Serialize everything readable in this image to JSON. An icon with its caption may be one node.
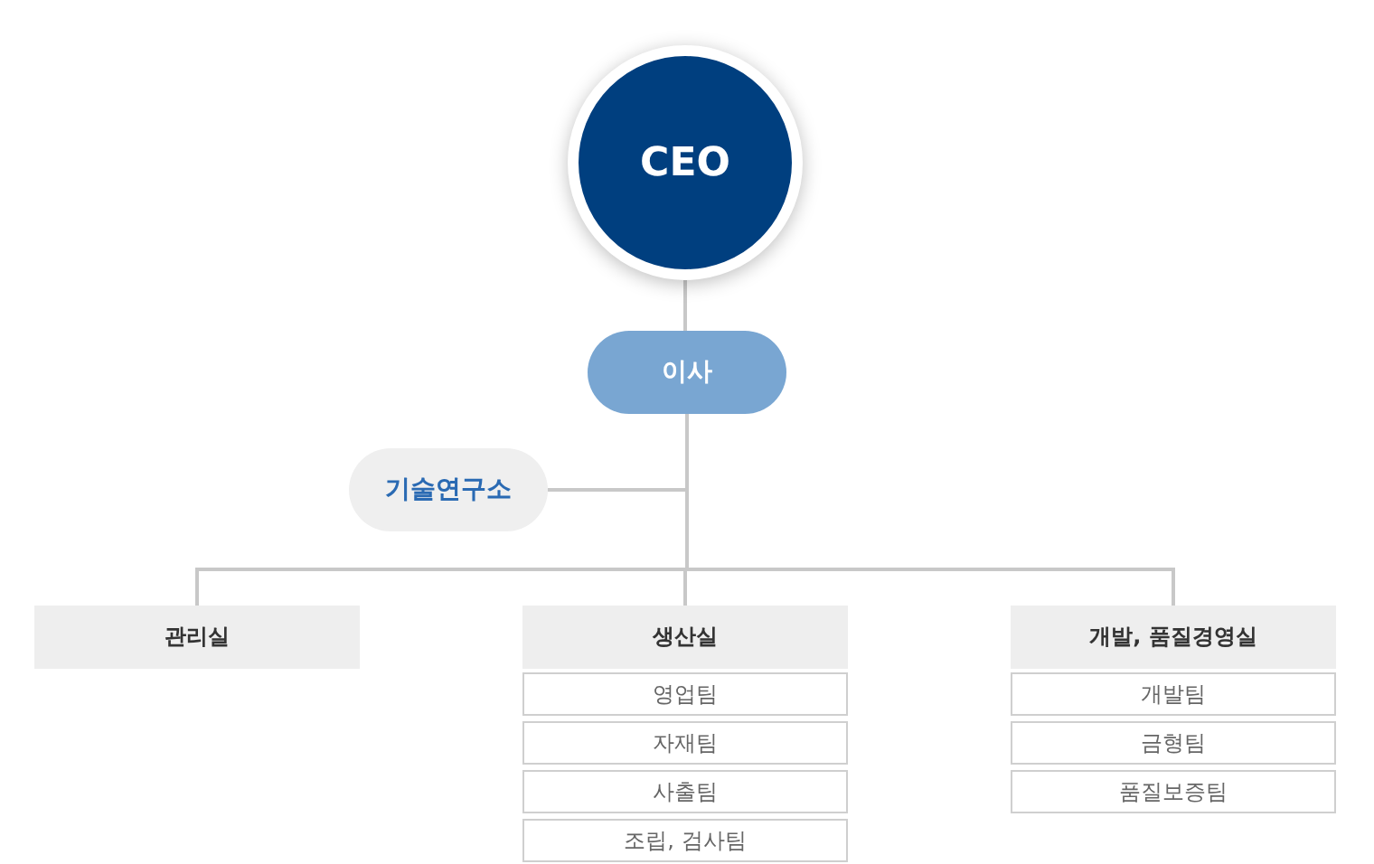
{
  "diagram": {
    "nodes": [
      {
        "text": [
          "CEO"
        ]
      },
      {
        "text": [
          "이사"
        ]
      },
      {
        "text": [
          "기술연구소"
        ]
      },
      {
        "text": [
          "관리실"
        ]
      },
      {
        "text": [
          "생산실"
        ]
      },
      {
        "text": [
          "영업팀"
        ]
      },
      {
        "text": [
          "자재팀"
        ]
      },
      {
        "text": [
          "사출팀"
        ]
      },
      {
        "text": [
          "조립, 검사팀"
        ]
      },
      {
        "text": [
          "개발, 품질경영실"
        ]
      },
      {
        "text": [
          "개발팀"
        ]
      },
      {
        "text": [
          "금형팀"
        ]
      },
      {
        "text": [
          "품질보증팀"
        ]
      }
    ],
    "edges": [
      {
        "from": 0,
        "to": 1,
        "arrow": "none"
      },
      {
        "from": 1,
        "to": 2,
        "arrow": "none"
      },
      {
        "from": 1,
        "to": 3,
        "arrow": "none"
      },
      {
        "from": 1,
        "to": 4,
        "arrow": "none"
      },
      {
        "from": 1,
        "to": 9,
        "arrow": "none"
      }
    ]
  }
}
